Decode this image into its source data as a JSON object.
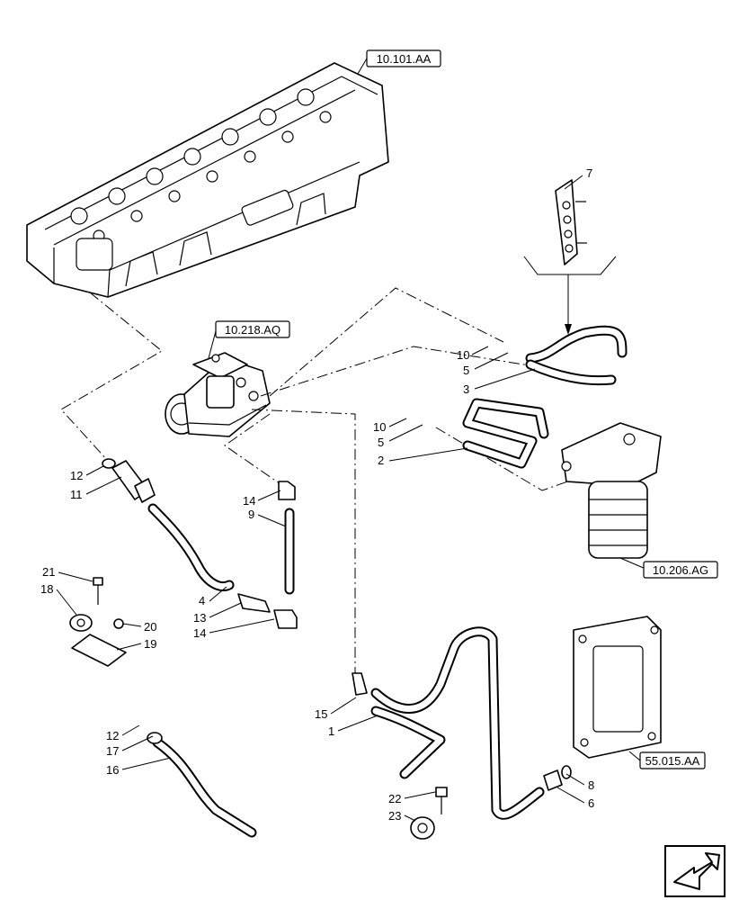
{
  "references": {
    "cylinder_head": "10.101.AA",
    "injection_pump": "10.218.AQ",
    "fuel_filter": "10.206.AG",
    "ecu": "55.015.AA"
  },
  "callouts": {
    "c1": "1",
    "c2": "2",
    "c3": "3",
    "c4": "4",
    "c5a": "5",
    "c5b": "5",
    "c6": "6",
    "c7": "7",
    "c8": "8",
    "c9": "9",
    "c10a": "10",
    "c10b": "10",
    "c11": "11",
    "c12a": "12",
    "c12b": "12",
    "c13": "13",
    "c14a": "14",
    "c14b": "14",
    "c15": "15",
    "c16": "16",
    "c17": "17",
    "c18": "18",
    "c19": "19",
    "c20": "20",
    "c21": "21",
    "c22": "22",
    "c23": "23"
  },
  "icons": {
    "nav": "next-page-arrow-icon"
  }
}
